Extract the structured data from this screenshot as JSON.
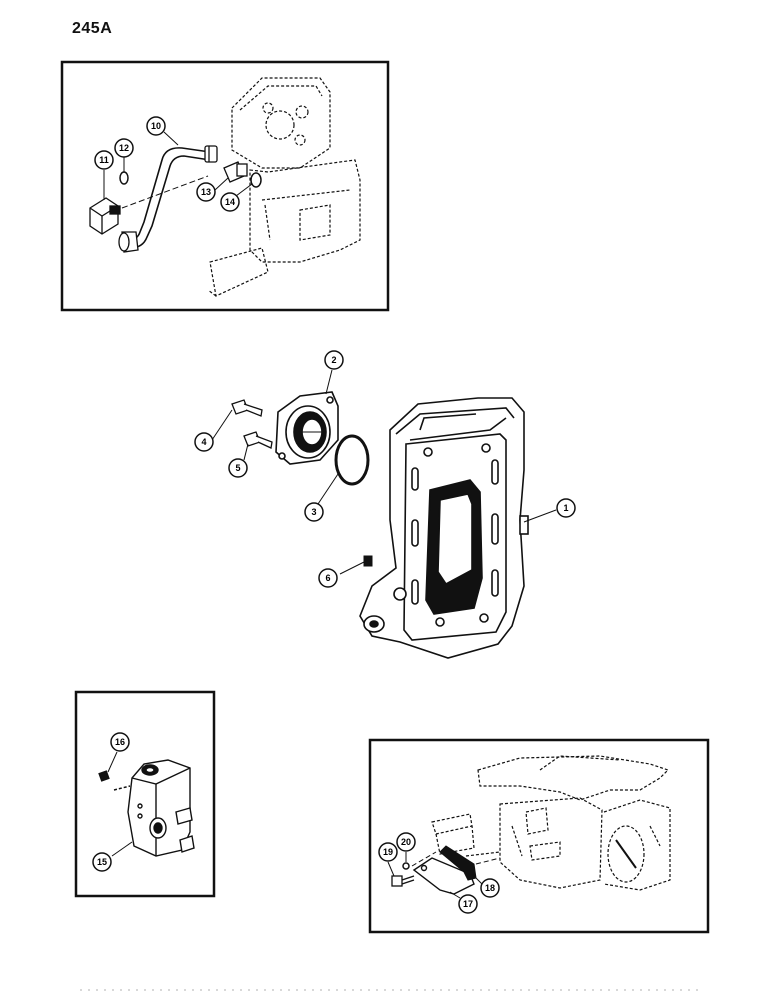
{
  "page": {
    "title": "245A"
  },
  "callouts": {
    "c1": "1",
    "c2": "2",
    "c3": "3",
    "c4": "4",
    "c5": "5",
    "c6": "6",
    "c10": "10",
    "c11": "11",
    "c12": "12",
    "c13": "13",
    "c14": "14",
    "c15": "15",
    "c16": "16",
    "c17": "17",
    "c18": "18",
    "c19": "19",
    "c20": "20"
  },
  "colors": {
    "ink": "#111111",
    "paper": "#ffffff"
  }
}
